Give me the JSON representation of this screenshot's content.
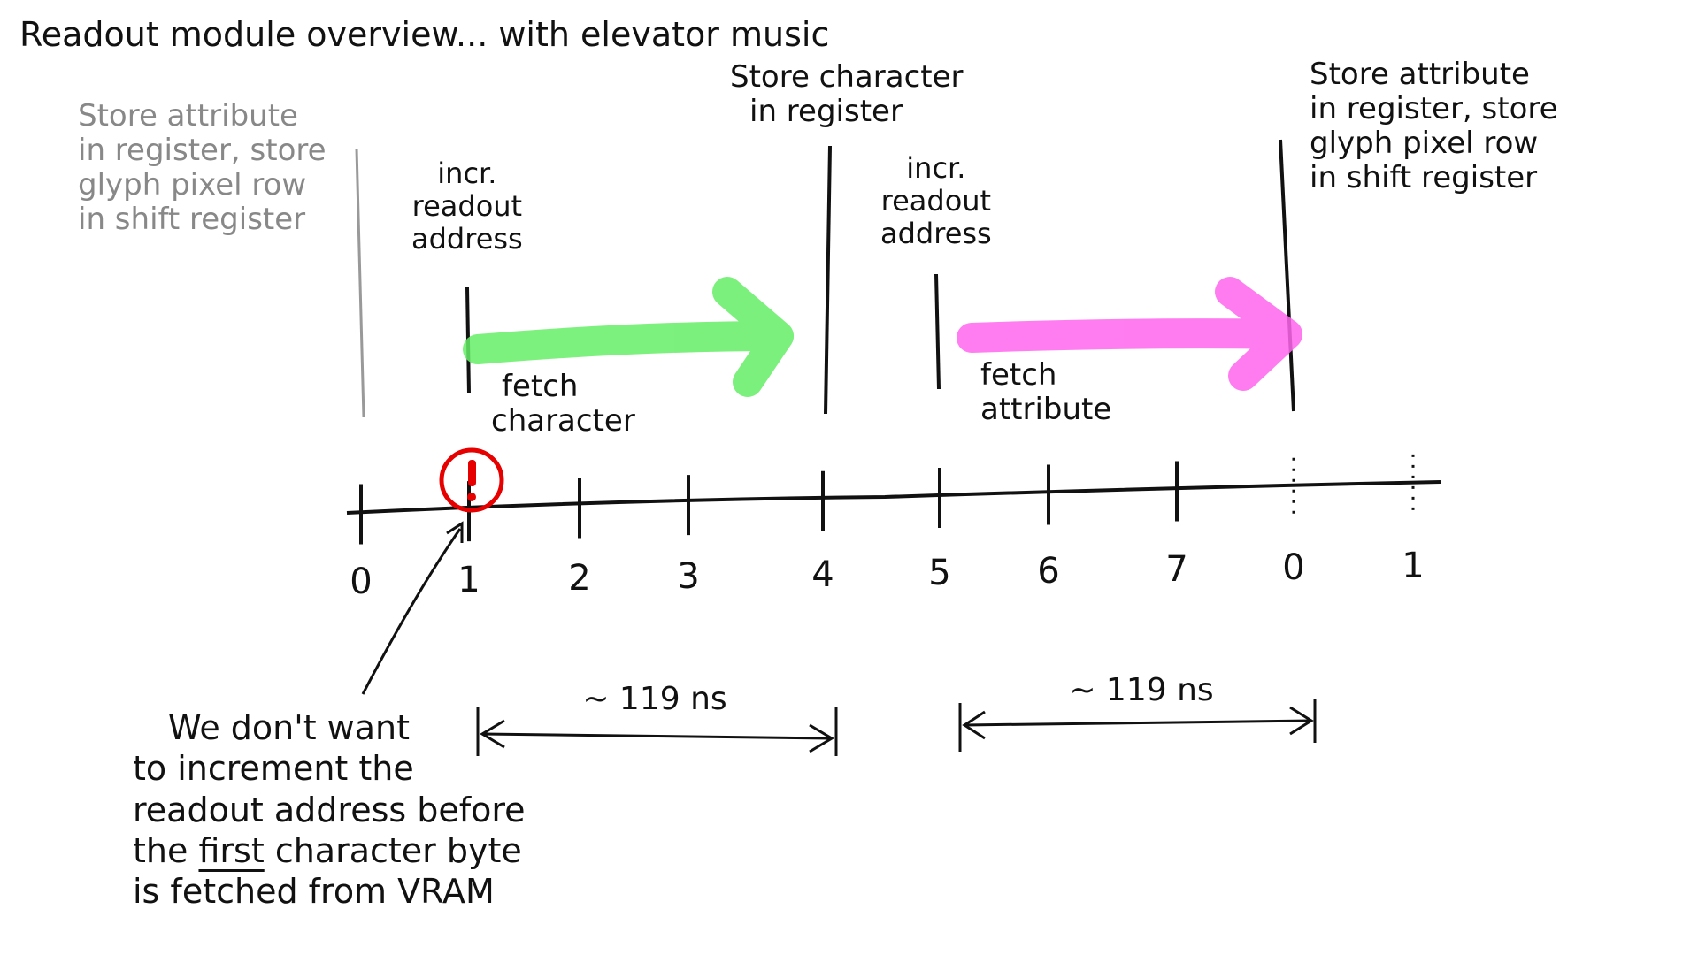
{
  "title": "Readout module overview... with elevator music",
  "annotations": {
    "prev_store_attribute": [
      "Store attribute",
      "in register, store",
      "glyph pixel row",
      "in shift register"
    ],
    "incr_readout_1": [
      "incr.",
      "readout",
      "address"
    ],
    "store_character": [
      "Store character",
      "in register"
    ],
    "incr_readout_2": [
      "incr.",
      "readout",
      "address"
    ],
    "store_attribute": [
      "Store attribute",
      "in register, store",
      "glyph pixel row",
      "in shift register"
    ],
    "fetch_character": [
      "fetch",
      "character"
    ],
    "fetch_attribute": [
      "fetch",
      "attribute"
    ]
  },
  "timeline": {
    "ticks": [
      "0",
      "1",
      "2",
      "3",
      "4",
      "5",
      "6",
      "7",
      "0",
      "1"
    ],
    "warning_symbol": "!",
    "duration_1": "~ 119 ns",
    "duration_2": "~ 119 ns"
  },
  "note": {
    "line1": "We don't want",
    "line2": "to increment the",
    "line3": "readout address before",
    "line4_prefix": "the",
    "line4_emph": "first",
    "line4_suffix": "character byte",
    "line5": "is fetched from VRAM"
  },
  "colors": {
    "green_arrow": "#66ee66",
    "pink_arrow": "#ff66ee",
    "warning": "#e60000",
    "gray_text": "#888888"
  }
}
